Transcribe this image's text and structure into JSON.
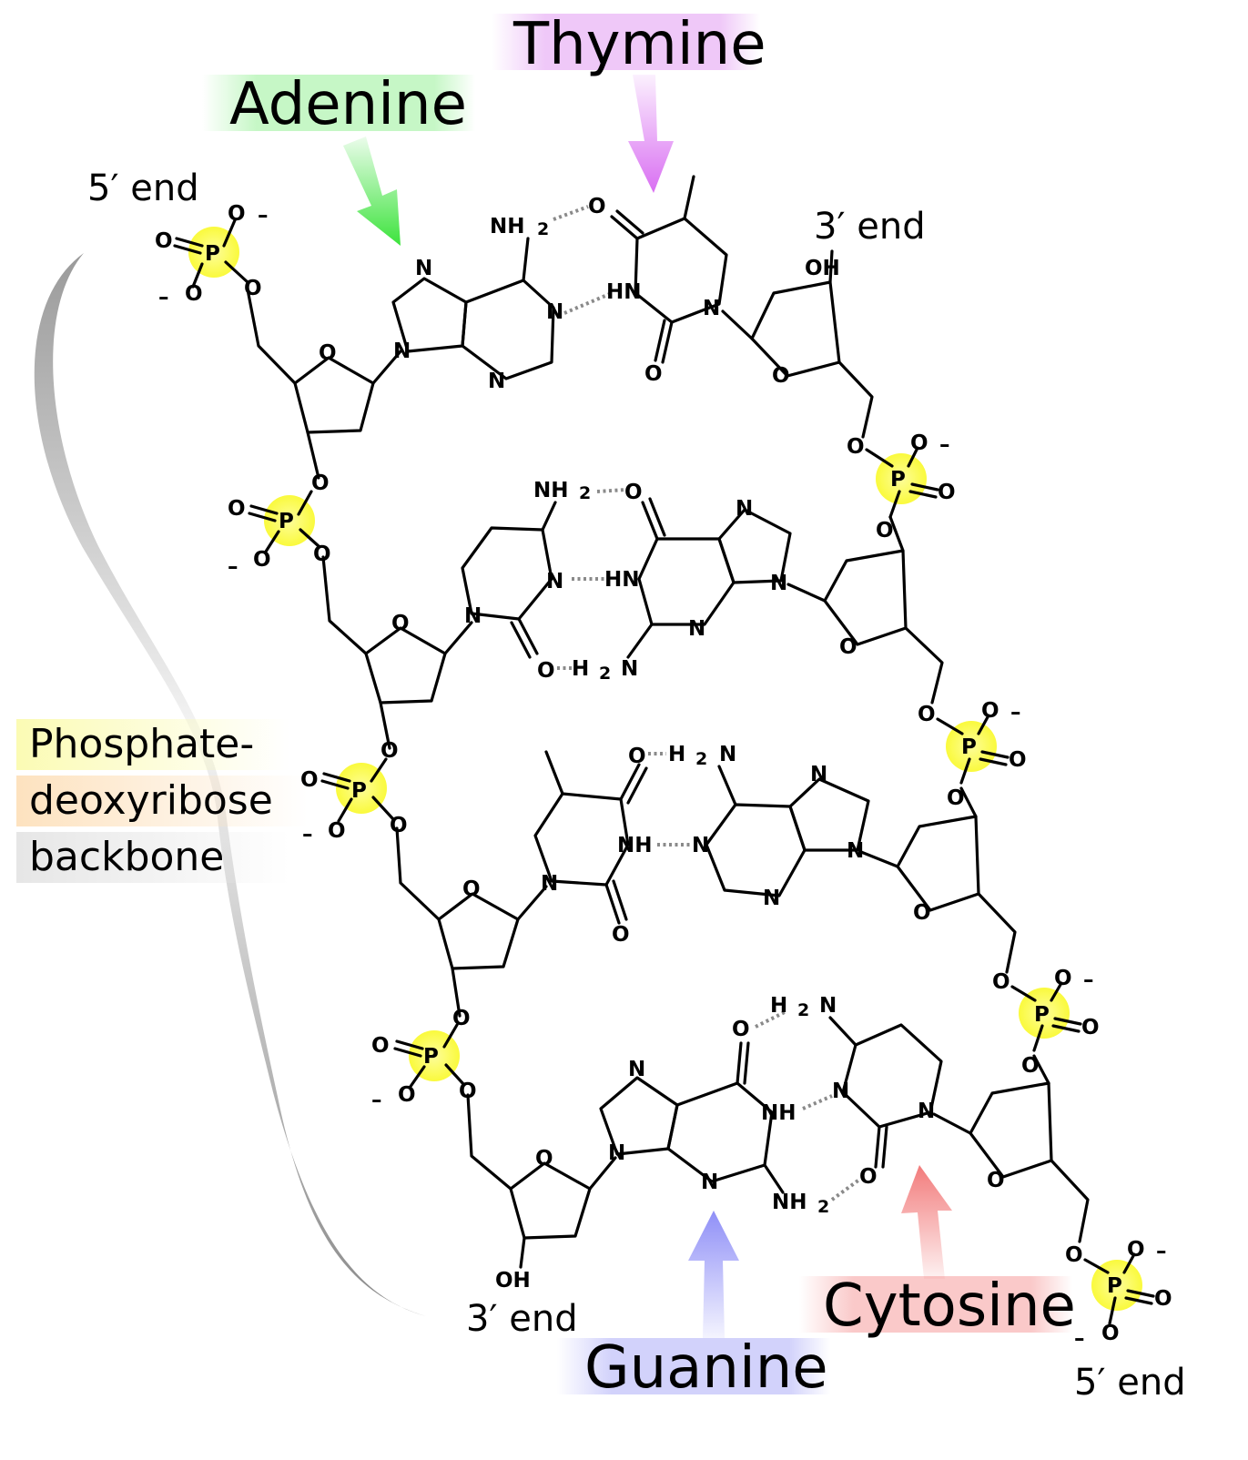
{
  "colors": {
    "adenine": "#3ce33c",
    "thymine": "#d96ff2",
    "guanine": "#8f8ff7",
    "cytosine": "#f27b7b",
    "sugar": "#f5a74a",
    "phosphate": "#fafa3c",
    "backbone_brace": "#777777"
  },
  "labels": {
    "adenine": "Adenine",
    "thymine": "Thymine",
    "guanine": "Guanine",
    "cytosine": "Cytosine",
    "backbone_line1": "Phosphate-",
    "backbone_line2": "deoxyribose",
    "backbone_line3": "backbone",
    "end_5_top": "5′ end",
    "end_3_top": "3′ end",
    "end_3_bottom": "3′ end",
    "end_5_bottom": "5′ end"
  },
  "atoms": {
    "O": "O",
    "N": "N",
    "P": "P",
    "HN": "HN",
    "NH": "NH",
    "NH2": "NH",
    "H": "H",
    "OH": "OH",
    "sub2": "2",
    "minus": "–"
  }
}
